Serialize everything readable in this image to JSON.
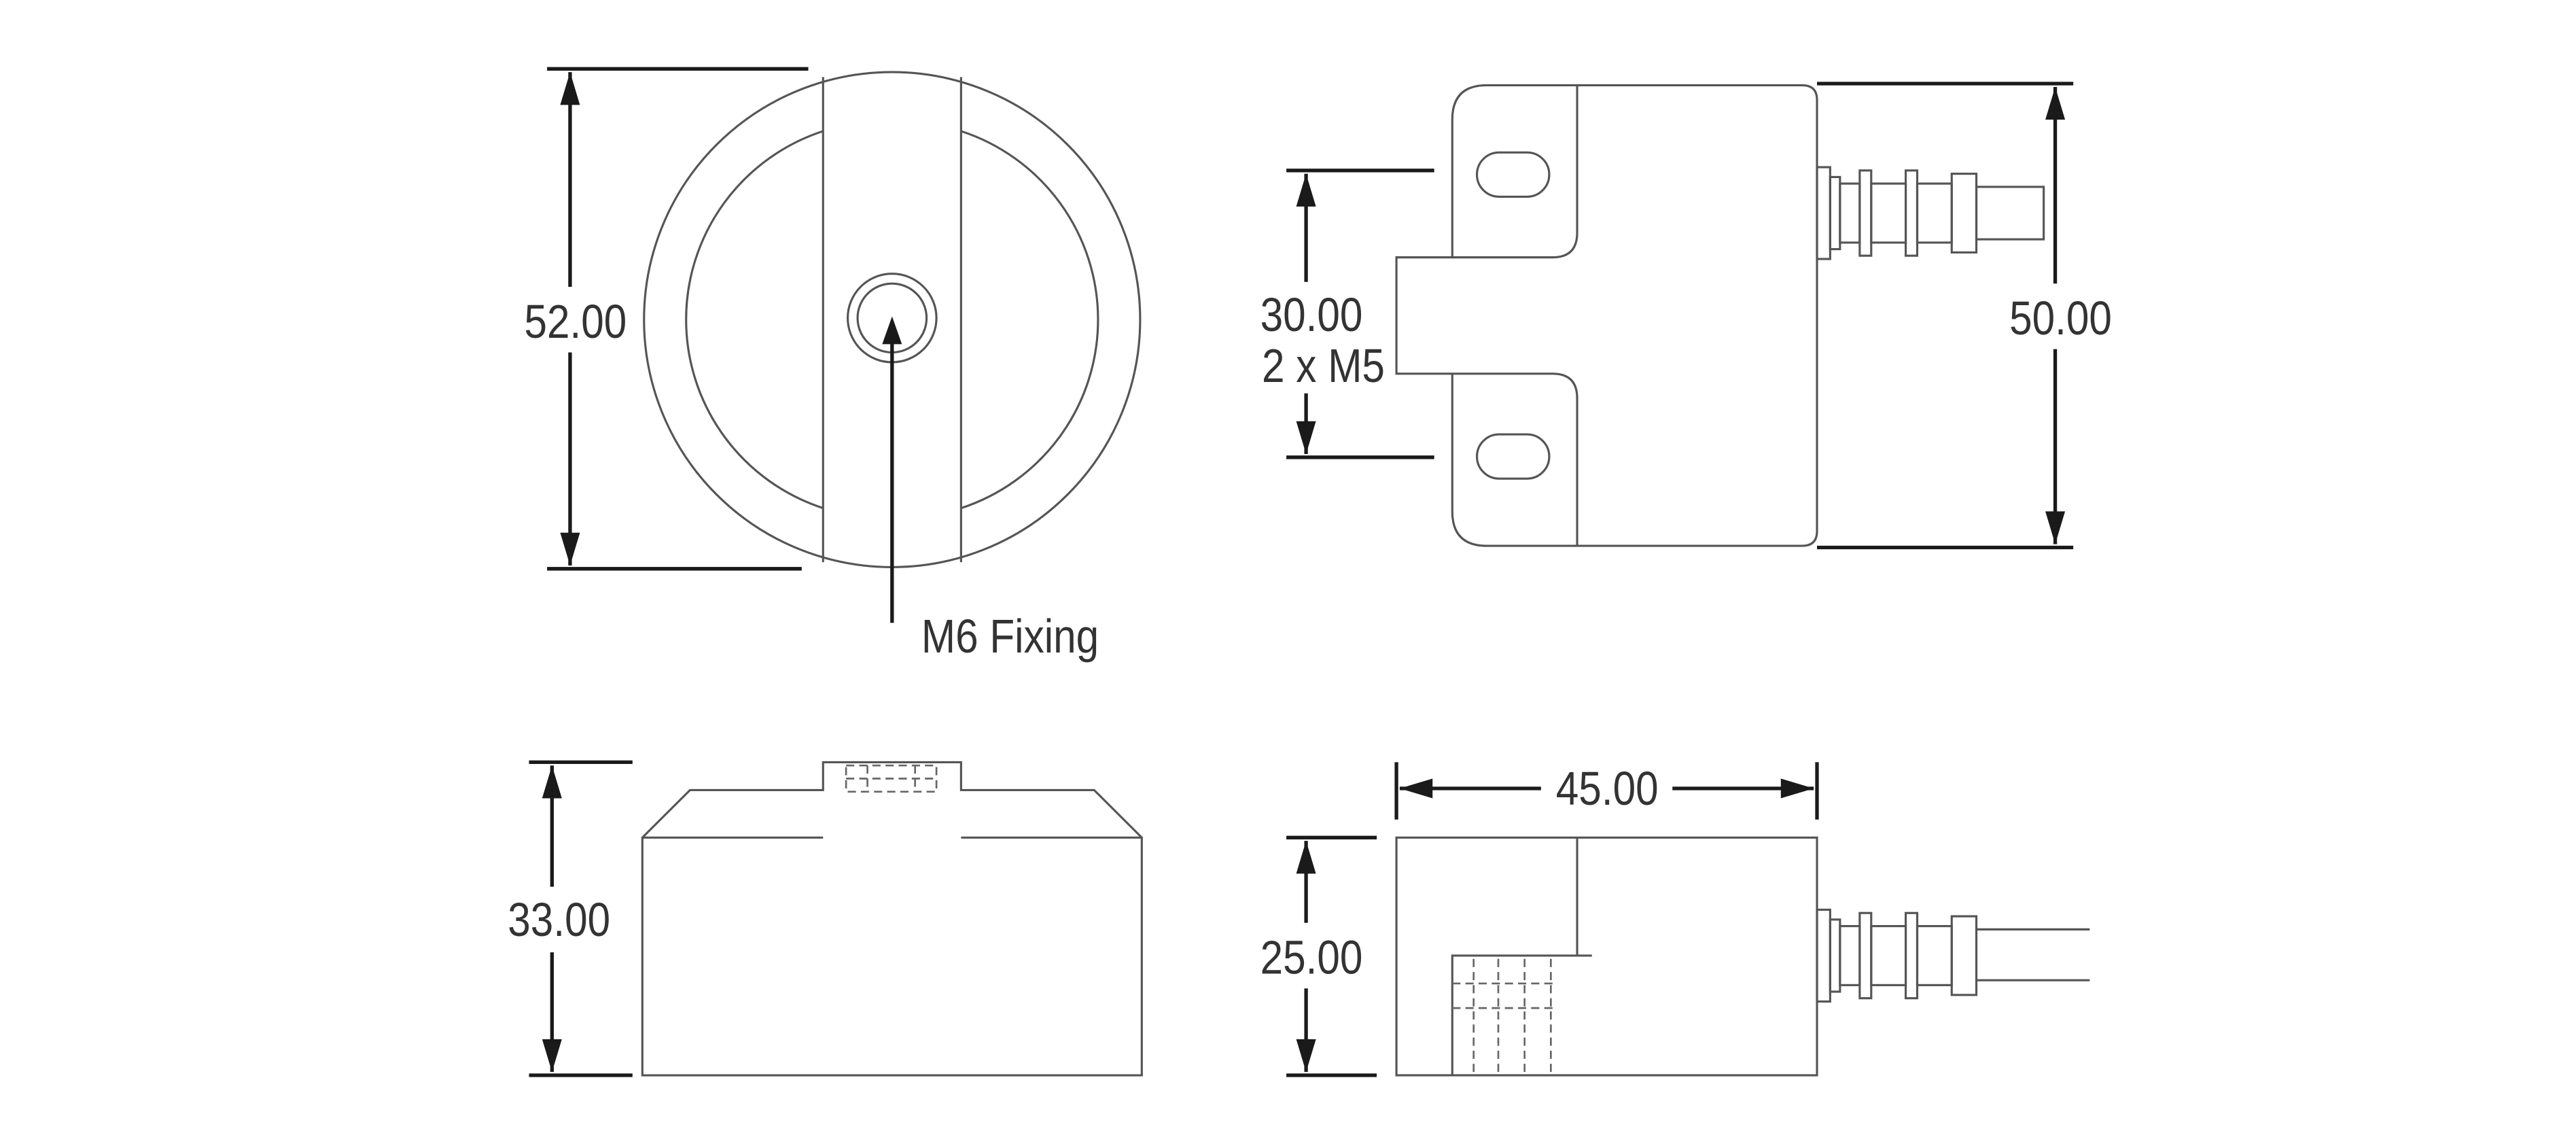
{
  "views": {
    "front": {
      "dimension": "52.00",
      "callout": "M6 Fixing"
    },
    "top": {
      "mount_dimension": "30.00",
      "mount_spec": "2 x M5",
      "height_dimension": "50.00"
    },
    "side_left": {
      "dimension": "33.00"
    },
    "side_right": {
      "width_dimension": "45.00",
      "height_dimension": "25.00"
    }
  },
  "colors": {
    "line": "#555555",
    "dimension": "#1a1a1a",
    "text": "#333333",
    "background": "#ffffff"
  }
}
